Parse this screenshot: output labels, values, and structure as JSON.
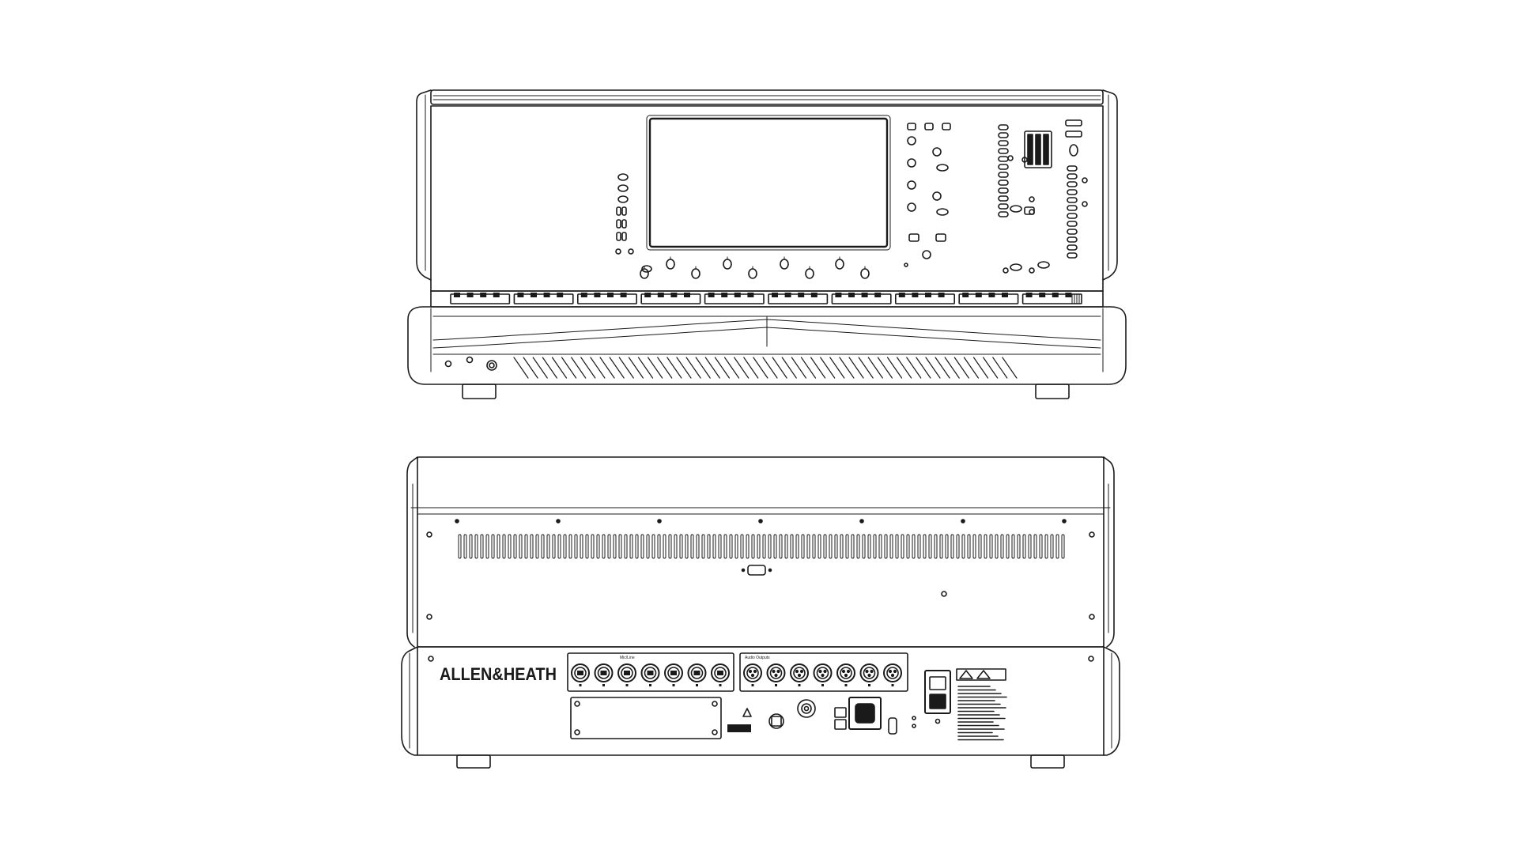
{
  "line_color": "#1a1a1a",
  "brand": {
    "logo_text": "ALLEN&HEATH"
  },
  "front_view": {
    "screen": {},
    "fader_strips": 10,
    "vent_slots": 52
  },
  "rear_view": {
    "vent_slots": 110,
    "input_xlr_count": 7,
    "output_xlr_count": 7,
    "input_group_label": "Mic/Line",
    "output_group_label": "Audio Outputs"
  }
}
